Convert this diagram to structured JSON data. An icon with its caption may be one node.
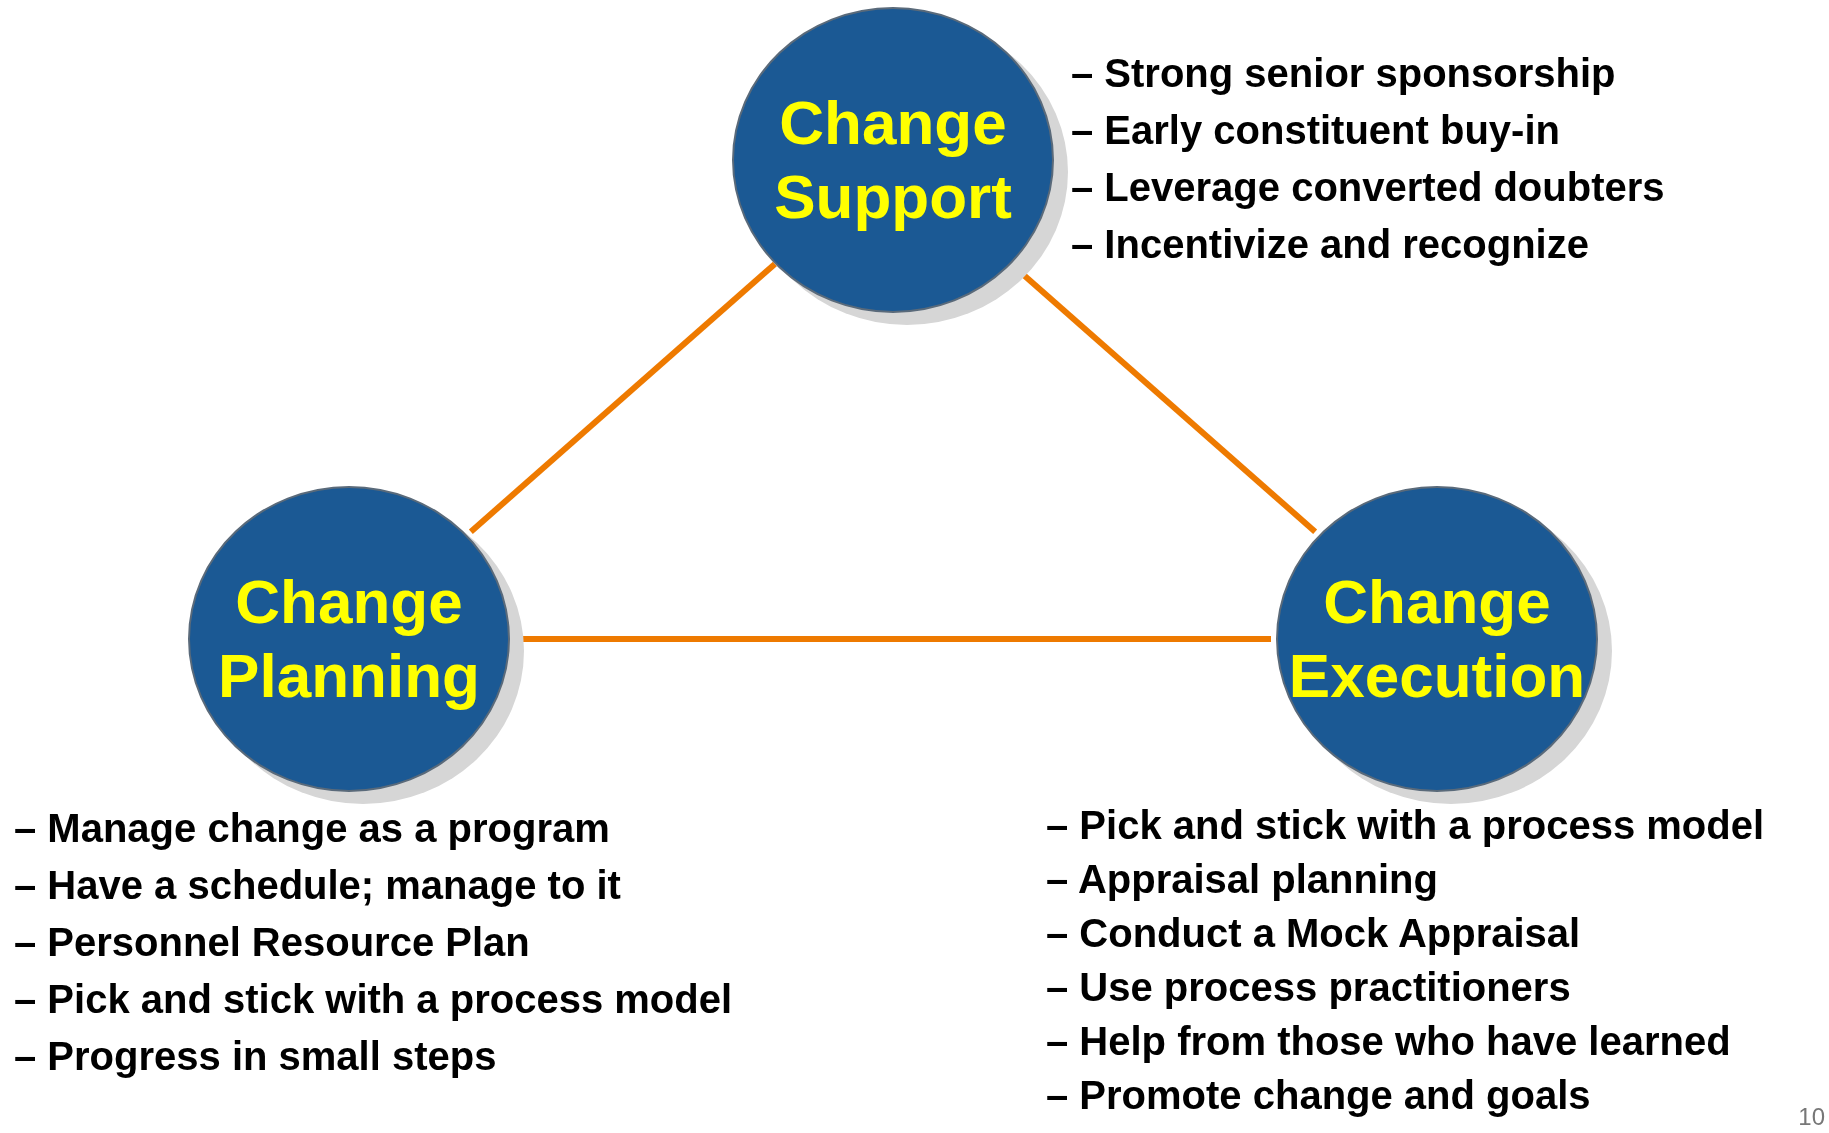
{
  "diagram": {
    "nodes": [
      {
        "text": [
          "Change Support"
        ],
        "beside": [
          "– Strong senior sponsorship",
          "– Early constituent buy-in",
          "– Leverage converted doubters",
          "– Incentivize and recognize"
        ]
      },
      {
        "text": [
          "Change Planning"
        ],
        "beside": [
          "– Manage change as a program",
          "– Have a schedule; manage to it",
          "– Personnel Resource Plan",
          "– Pick and stick with a process model",
          "– Progress in small steps"
        ]
      },
      {
        "text": [
          "Change Execution"
        ],
        "beside": [
          "– Pick and stick with a process model",
          "– Appraisal planning",
          "– Conduct a Mock Appraisal",
          "– Use process practitioners",
          "– Help from those who have learned",
          "– Promote change and goals"
        ]
      }
    ],
    "edges": [
      {
        "from": 0,
        "to": 1,
        "arrow": "none",
        "color": "#ee7a00"
      },
      {
        "from": 0,
        "to": 2,
        "arrow": "none",
        "color": "#ee7a00"
      },
      {
        "from": 1,
        "to": 2,
        "arrow": "none",
        "color": "#ee7a00"
      }
    ],
    "labels": [
      "10"
    ]
  }
}
